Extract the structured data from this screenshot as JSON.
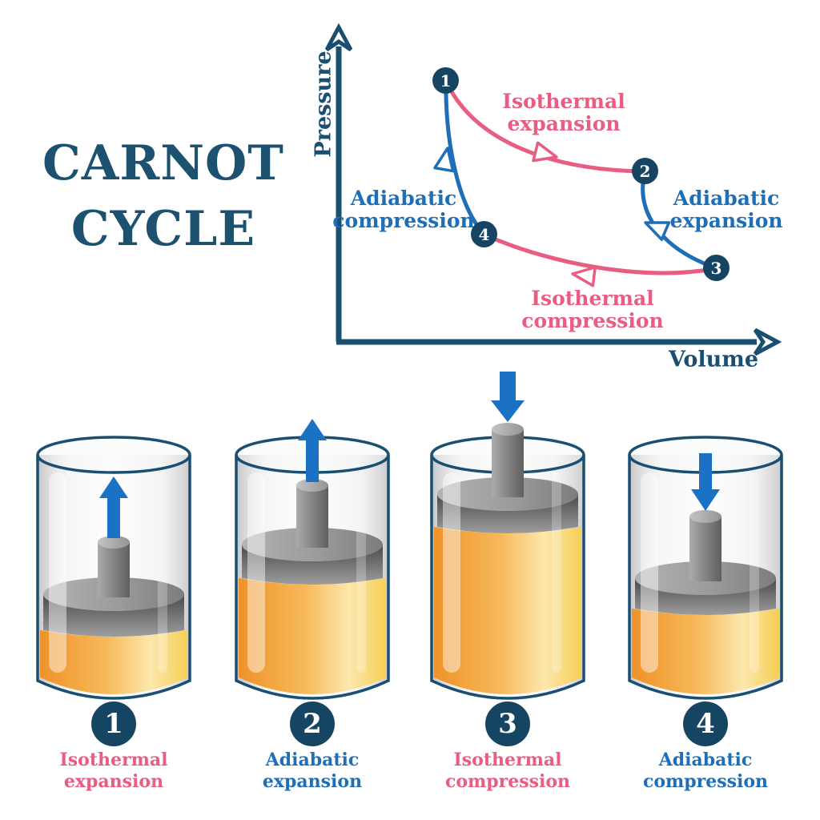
{
  "title": {
    "line1": "CARNOT",
    "line2": "CYCLE"
  },
  "pv": {
    "y_axis_label": "Pressure",
    "x_axis_label": "Volume",
    "points": [
      {
        "label": "1"
      },
      {
        "label": "2"
      },
      {
        "label": "3"
      },
      {
        "label": "4"
      }
    ],
    "processes": [
      {
        "line1": "Isothermal",
        "line2": "expansion",
        "from": "1",
        "to": "2",
        "color": "#e85d81"
      },
      {
        "line1": "Adiabatic",
        "line2": "expansion",
        "from": "2",
        "to": "3",
        "color": "#1e6fb8"
      },
      {
        "line1": "Isothermal",
        "line2": "compression",
        "from": "3",
        "to": "4",
        "color": "#e85d81"
      },
      {
        "line1": "Adiabatic",
        "line2": "compression",
        "from": "4",
        "to": "1",
        "color": "#1e6fb8"
      }
    ]
  },
  "stages": [
    {
      "number": "1",
      "line1": "Isothermal",
      "line2": "expansion",
      "piston": "low",
      "force_arrow": "up"
    },
    {
      "number": "2",
      "line1": "Adiabatic",
      "line2": "expansion",
      "piston": "mid-high",
      "force_arrow": "up"
    },
    {
      "number": "3",
      "line1": "Isothermal",
      "line2": "compression",
      "piston": "high",
      "force_arrow": "down"
    },
    {
      "number": "4",
      "line1": "Adiabatic",
      "line2": "compression",
      "piston": "mid-low",
      "force_arrow": "down"
    }
  ],
  "colors": {
    "navy_title": "#1c5170",
    "navy_axis": "#1a4f72",
    "navy_badge": "#154562",
    "pink": "#e85d81",
    "blue": "#1e6fb8",
    "arrow_blue": "#1b72c4",
    "liquid_orange": "#f0932b"
  }
}
